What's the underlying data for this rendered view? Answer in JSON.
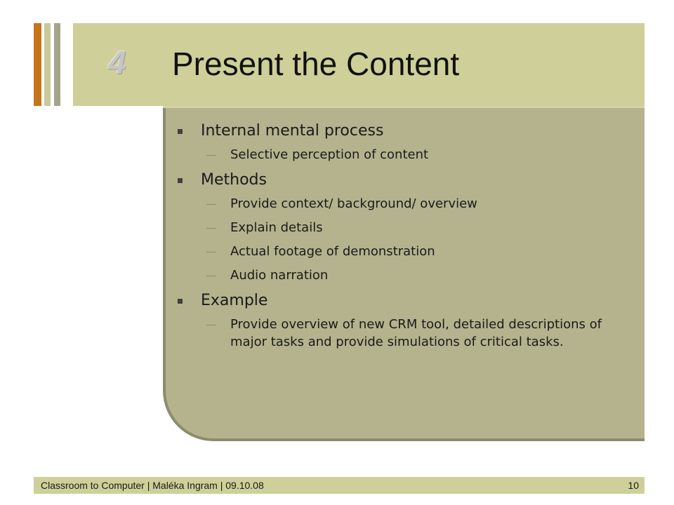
{
  "slide": {
    "number": "4",
    "title": "Present the Content"
  },
  "content": {
    "sections": [
      {
        "label": "Internal mental process",
        "items": [
          "Selective perception of content"
        ]
      },
      {
        "label": "Methods",
        "items": [
          "Provide context/ background/ overview",
          "Explain details",
          "Actual footage of demonstration",
          "Audio narration"
        ]
      },
      {
        "label": "Example",
        "items": [
          "Provide overview of new CRM tool, detailed descriptions of major tasks and provide simulations of critical tasks."
        ]
      }
    ]
  },
  "footer": {
    "text": "Classroom to Computer | Maléka Ingram | 09.10.08",
    "page": "10"
  },
  "colors": {
    "accent_orange": "#c8741a",
    "title_band": "#cfcf99",
    "content_panel": "#b4b38e"
  }
}
